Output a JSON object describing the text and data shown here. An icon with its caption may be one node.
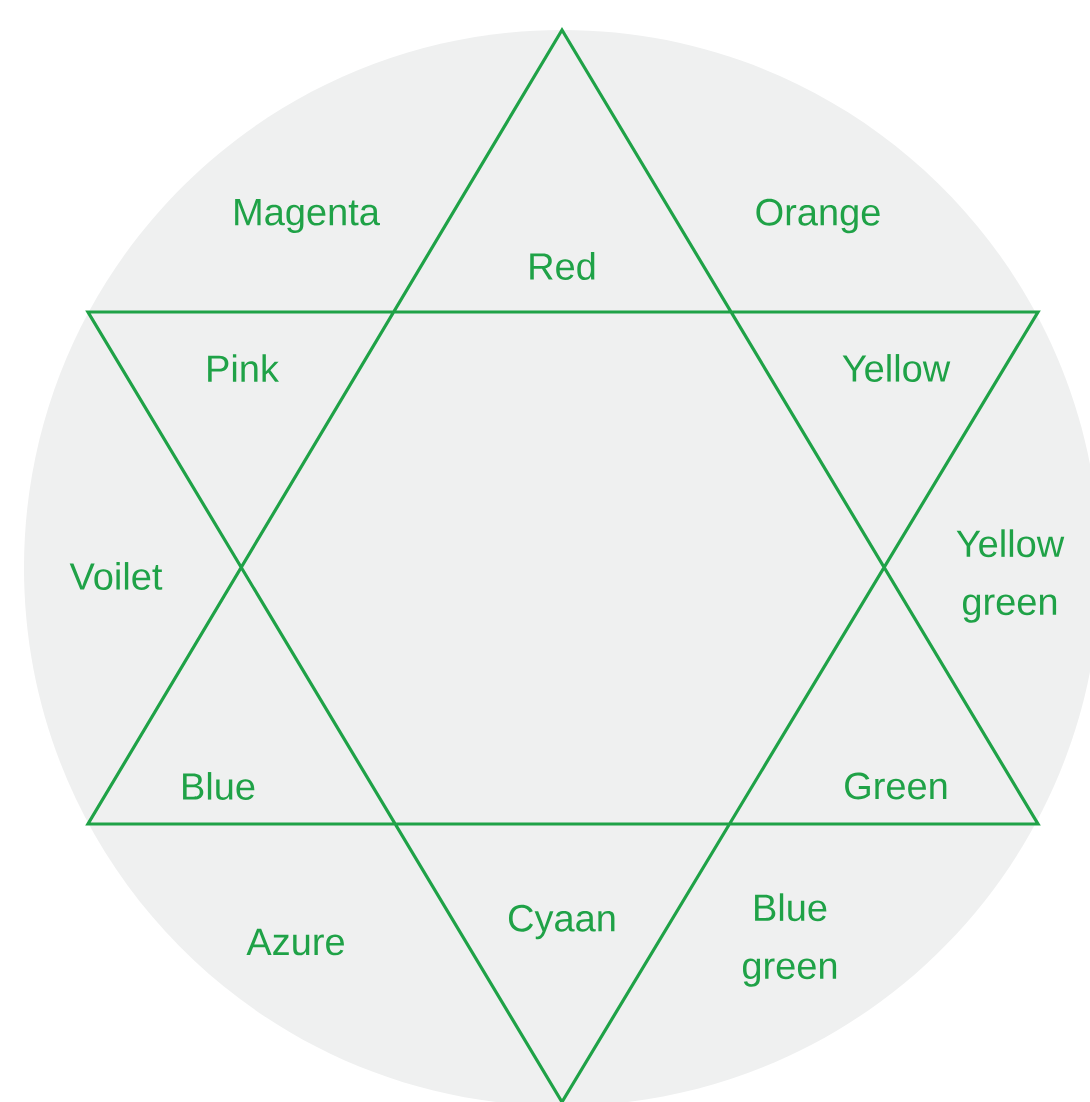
{
  "diagram": {
    "labels": [
      "Magenta",
      "Orange",
      "Red",
      "Pink",
      "Yellow",
      "Voilet",
      "Yellow green",
      "Blue",
      "Green",
      "Azure",
      "Cyaan",
      "Blue green"
    ]
  }
}
